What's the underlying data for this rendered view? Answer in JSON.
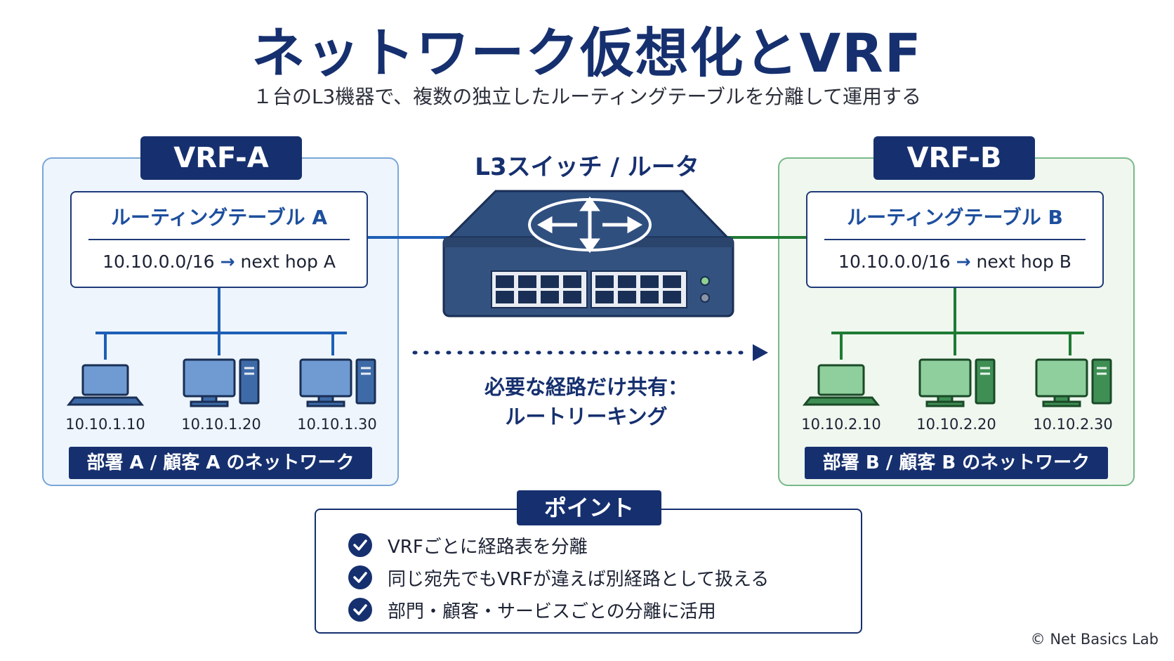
{
  "title": "ネットワーク仮想化とVRF",
  "subtitle": "１台のL3機器で、複数の独立したルーティングテーブルを分離して運用する",
  "device": {
    "label": "L3スイッチ / ルータ"
  },
  "vrf_a": {
    "label": "VRF-A",
    "table_title": "ルーティングテーブル A",
    "route_prefix": "10.10.0.0/16",
    "route_arrow": "→",
    "route_next_hop": "next hop A",
    "hosts": [
      "10.10.1.10",
      "10.10.1.20",
      "10.10.1.30"
    ],
    "network_label": "部署 A / 顧客 A のネットワーク",
    "color": "#1d5fb5"
  },
  "vrf_b": {
    "label": "VRF-B",
    "table_title": "ルーティングテーブル B",
    "route_prefix": "10.10.0.0/16",
    "route_arrow": "→",
    "route_next_hop": "next hop B",
    "hosts": [
      "10.10.2.10",
      "10.10.2.20",
      "10.10.2.30"
    ],
    "network_label": "部署 B / 顧客 B のネットワーク",
    "color": "#1f7a34"
  },
  "route_leaking": {
    "line1": "必要な経路だけ共有：",
    "line2": "ルートリーキング"
  },
  "points": {
    "label": "ポイント",
    "items": [
      "VRFごとに経路表を分離",
      "同じ宛先でもVRFが違えば別経路として扱える",
      "部門・顧客・サービスごとの分離に活用"
    ]
  },
  "copyright": "© Net Basics Lab",
  "colors": {
    "navy": "#16306f",
    "blue_line": "#1d5fb5",
    "green_line": "#1f7a34"
  }
}
